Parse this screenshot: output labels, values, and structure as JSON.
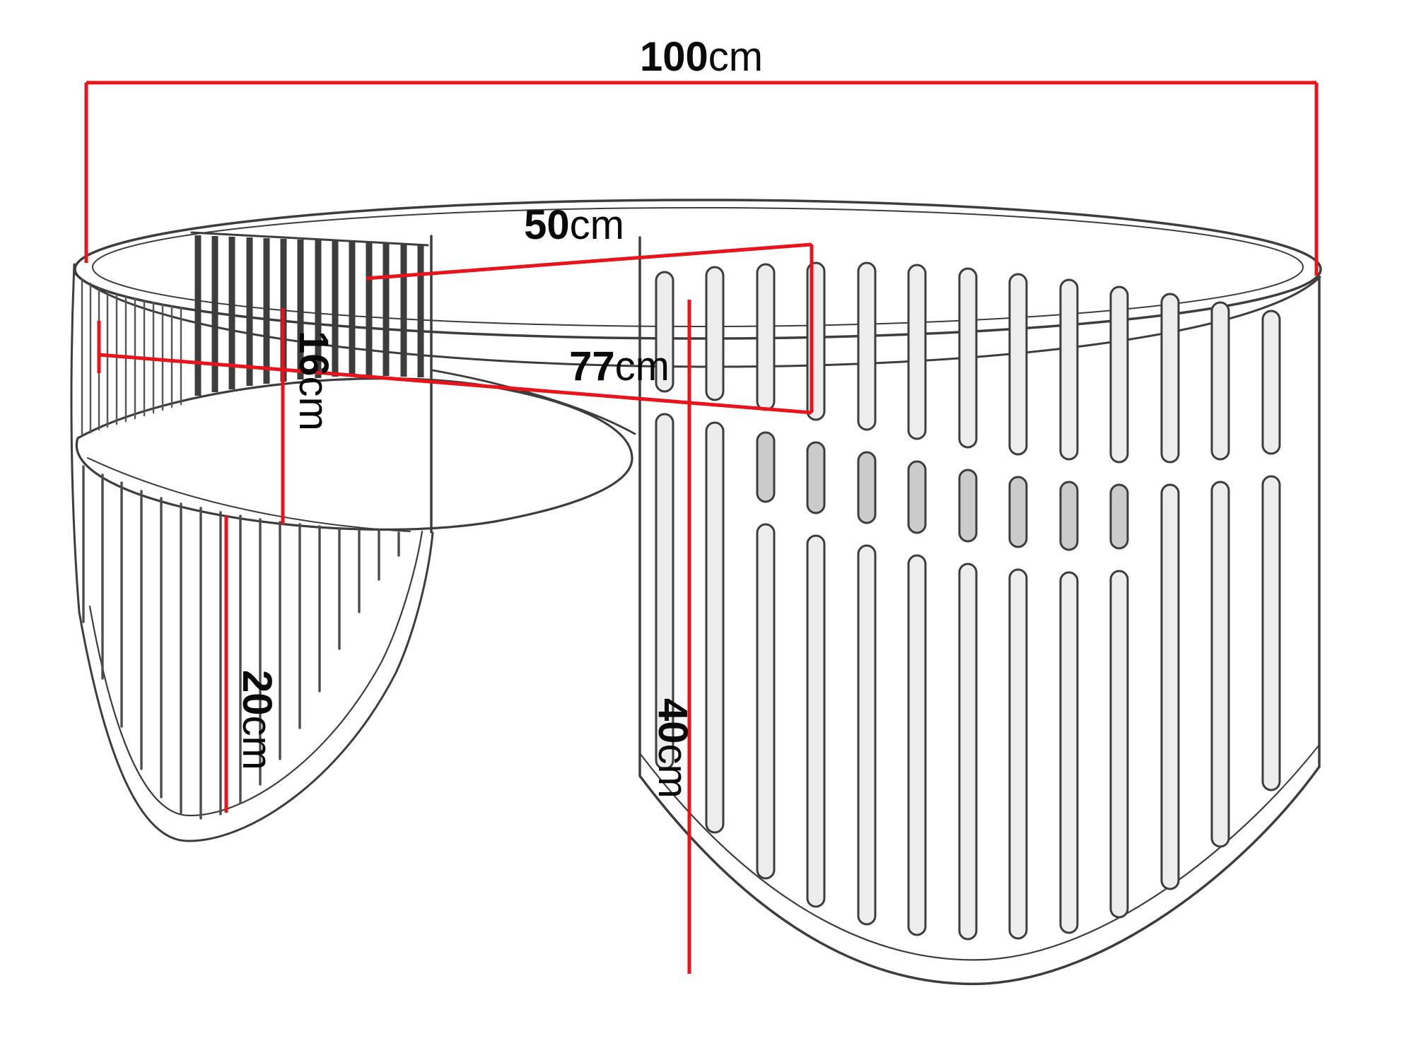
{
  "diagram": {
    "dims": {
      "total_width": {
        "num": "100",
        "unit": "cm"
      },
      "depth": {
        "num": "50",
        "unit": "cm"
      },
      "inner_width": {
        "num": "77",
        "unit": "cm"
      },
      "shelf_gap": {
        "num": "16",
        "unit": "cm"
      },
      "under_shelf": {
        "num": "20",
        "unit": "cm"
      },
      "total_height": {
        "num": "40",
        "unit": "cm"
      }
    },
    "colors": {
      "dimension_line": "#e8131b",
      "outline": "#3d3d3d",
      "background": "#ffffff",
      "slot_fill": "#ededed",
      "slot_mid_fill": "#cbcbcb"
    }
  }
}
